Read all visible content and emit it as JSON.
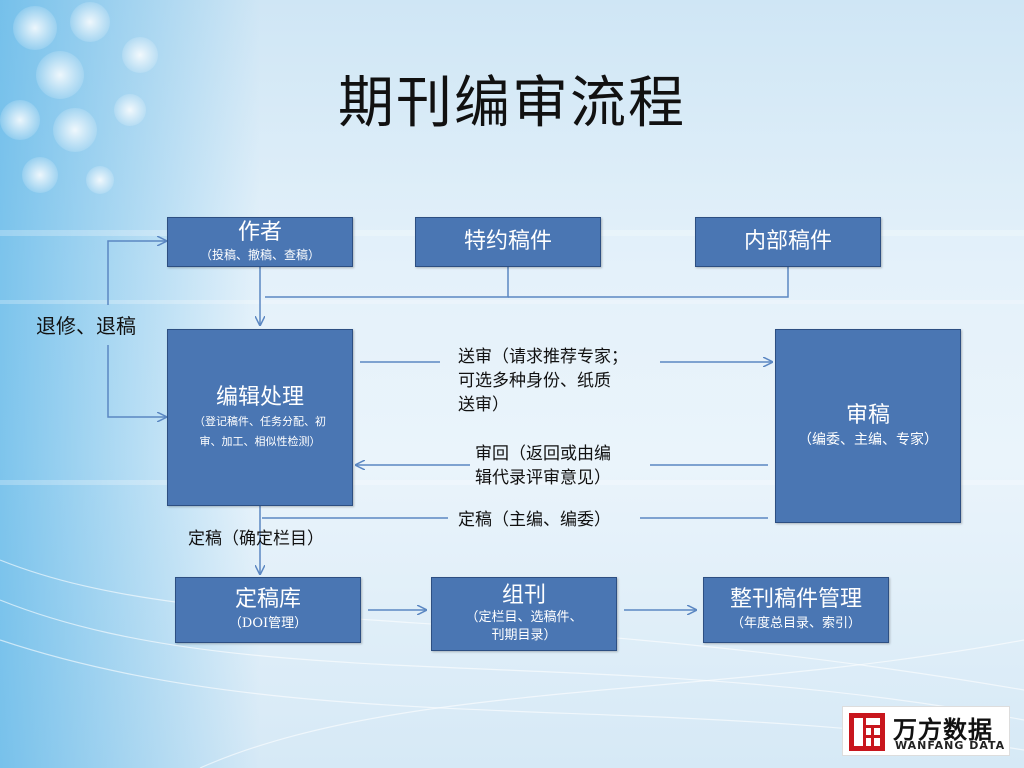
{
  "title": "期刊编审流程",
  "boxes": {
    "author": {
      "main": "作者",
      "sub": "（投稿、撤稿、查稿）"
    },
    "special": {
      "main": "特约稿件"
    },
    "internal": {
      "main": "内部稿件"
    },
    "editing": {
      "main": "编辑处理",
      "sub1": "（登记稿件、任务分配、初",
      "sub2": "审、加工、相似性检测）"
    },
    "review": {
      "main": "审稿",
      "sub": "（编委、主编、专家）"
    },
    "final_lib": {
      "main": "定稿库",
      "sub": "（DOI管理）"
    },
    "assemble": {
      "main": "组刊",
      "sub1": "（定栏目、选稿件、",
      "sub2": "刊期目录）"
    },
    "manage": {
      "main": "整刊稿件管理",
      "sub": "（年度总目录、索引）"
    }
  },
  "labels": {
    "revise": "退修、退稿",
    "send_review_1": "送审（请求推荐专家；",
    "send_review_2": "可选多种身份、纸质",
    "send_review_3": "送审）",
    "review_back_1": "审回（返回或由编",
    "review_back_2": "辑代录评审意见）",
    "finalize_review": "定稿（主编、编委）",
    "finalize_column": "定稿（确定栏目）"
  },
  "logo": {
    "cn": "万方数据",
    "en": "WANFANG DATA"
  },
  "colors": {
    "box_fill": "#4a76b3",
    "box_border": "#2d4f82",
    "arrow": "#5b87c2",
    "logo_red": "#c8161d"
  }
}
